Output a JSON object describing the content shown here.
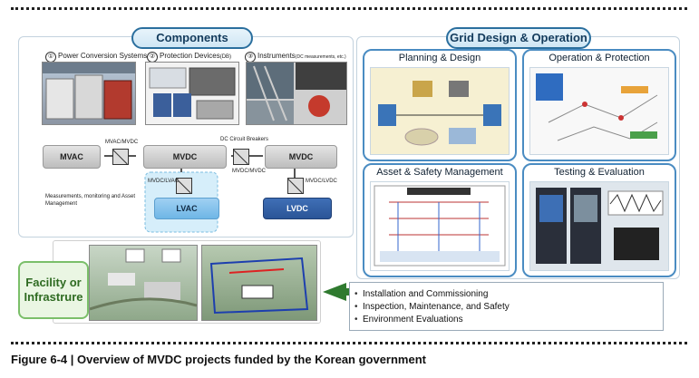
{
  "components": {
    "title": "Components",
    "sub1": "Power Conversion Systems",
    "sub2": "Protection Devices",
    "sub2_small": "(DB)",
    "sub3": "Instruments",
    "sub3_small": "(DC measurements, etc.)",
    "mvac": "MVAC",
    "mvdc_center": "MVDC",
    "mvdc_right": "MVDC",
    "lvac": "LVAC",
    "lvdc": "LVDC",
    "n1": "①",
    "n2": "②",
    "n3": "③",
    "label_mvac_mvdc": "MVAC/MVDC",
    "label_dc_cb": "DC Circuit Breakers",
    "label_mvdc_mvdc": "MVDC/MVDC",
    "label_mvdc_lvac": "MVDC/LVAC",
    "label_mvdc_lvdc": "MVDC/LVDC",
    "label_measure": "Measurements, monitoring and Asset Management"
  },
  "grid": {
    "title": "Grid Design & Operation",
    "planning": "Planning & Design",
    "operation": "Operation & Protection",
    "asset": "Asset & Safety Management",
    "testing": "Testing & Evaluation"
  },
  "facility": {
    "label": "Facility or Infrastrure",
    "bullets": [
      "Installation and Commissioning",
      "Inspection, Maintenance, and Safety",
      "Environment Evaluations"
    ]
  },
  "caption": "Figure 6-4 | Overview of MVDC projects funded by the Korean government",
  "colors": {
    "panel_border": "#2b6f9e",
    "card_border": "#4a8cc2",
    "facility_green": "#7bbf6a",
    "lvdc_blue": "#2b5597"
  }
}
